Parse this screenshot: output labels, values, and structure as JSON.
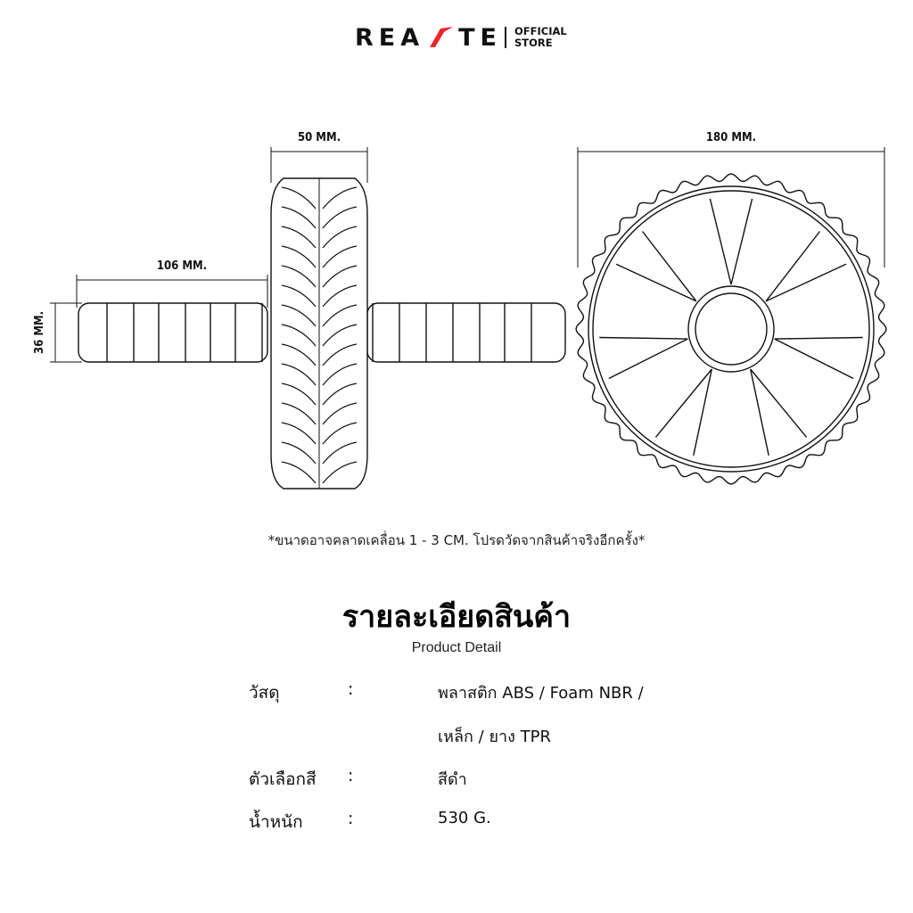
{
  "brand": {
    "name_left": "REA",
    "name_right": "TE",
    "store_line1": "OFFICIAL",
    "store_line2": "STORE",
    "accent_color": "#e8262a"
  },
  "dimensions": {
    "wheel_width": "50 MM.",
    "wheel_diameter": "180 MM.",
    "handle_length": "106 MM.",
    "handle_diameter": "36 MM."
  },
  "note": "*ขนาดอาจคลาดเคลื่อน 1 - 3 CM. โปรดวัดจากสินค้าจริงอีกครั้ง*",
  "title": "รายละเอียดสินค้า",
  "subtitle": "Product Detail",
  "specs": [
    {
      "label": "วัสดุ",
      "colon": ":",
      "value": "พลาสติก ABS / Foam NBR /"
    },
    {
      "label": "",
      "colon": "",
      "value": "เหล็ก / ยาง TPR"
    },
    {
      "label": "ตัวเลือกสี",
      "colon": ":",
      "value": "สีดำ"
    },
    {
      "label": "น้ำหนัก",
      "colon": ":",
      "value": "530 G."
    }
  ]
}
